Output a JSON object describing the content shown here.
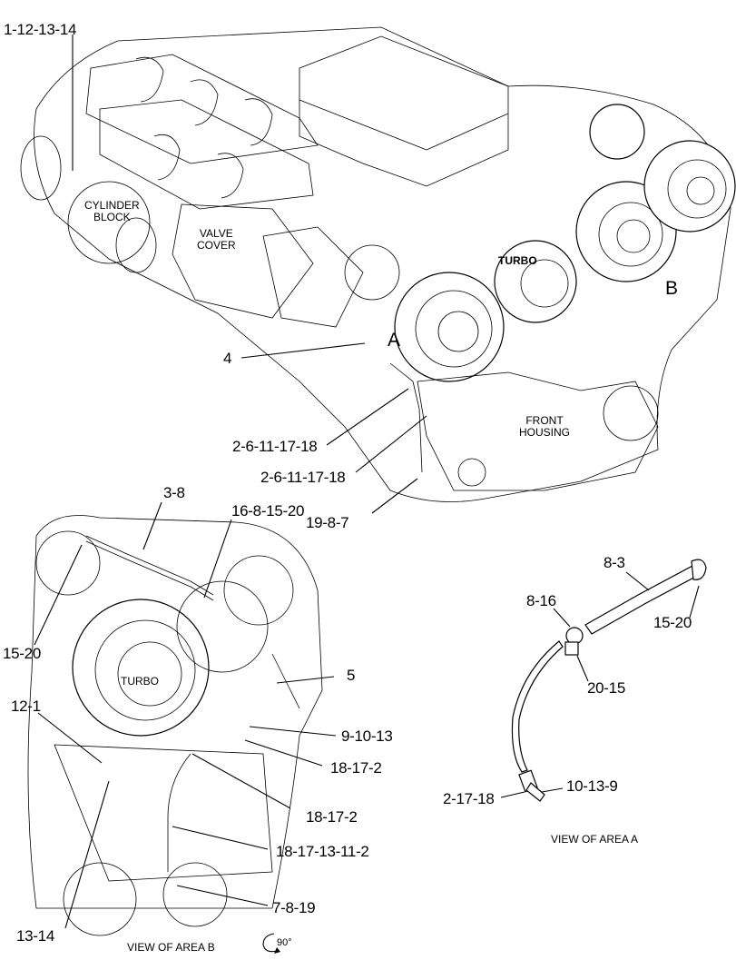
{
  "main_view": {
    "callouts": {
      "c1": "1-12-13-14",
      "c2": "4",
      "c3": "2-6-11-17-18",
      "c4": "2-6-11-17-18",
      "c5": "19-8-7"
    },
    "area_letters": {
      "a": "A",
      "b": "B"
    },
    "components": {
      "cylinder_block": [
        "CYLINDER",
        "BLOCK"
      ],
      "valve_cover": [
        "VALVE",
        "COVER"
      ],
      "turbo": "TURBO",
      "front_housing": [
        "FRONT",
        "HOUSING"
      ]
    }
  },
  "view_b": {
    "caption": "VIEW OF AREA  B",
    "rotation": "90°",
    "turbo": "TURBO",
    "callouts": {
      "c1": "3-8",
      "c2": "16-8-15-20",
      "c3": "15-20",
      "c4": "5",
      "c5": "12-1",
      "c6": "9-10-13",
      "c7": "18-17-2",
      "c8": "18-17-2",
      "c9": "18-17-13-11-2",
      "c10": "7-8-19",
      "c11": "13-14"
    }
  },
  "view_a": {
    "caption": "VIEW OF AREA  A",
    "callouts": {
      "c1": "8-3",
      "c2": "8-16",
      "c3": "15-20",
      "c4": "20-15",
      "c5": "10-13-9",
      "c6": "2-17-18"
    }
  }
}
